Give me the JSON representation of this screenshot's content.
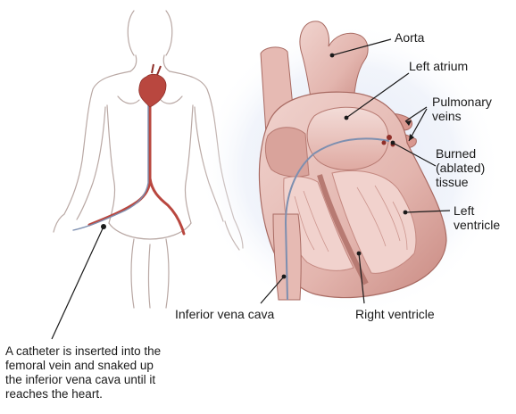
{
  "labels": {
    "aorta": "Aorta",
    "left_atrium": "Left atrium",
    "pulmonary_veins": [
      "Pulmonary",
      "veins"
    ],
    "burned_tissue": [
      "Burned",
      "(ablated)",
      "tissue"
    ],
    "left_ventricle": [
      "Left",
      "ventricle"
    ],
    "inferior_vena_cava": "Inferior vena cava",
    "right_ventricle": "Right ventricle"
  },
  "caption_lines": [
    "A catheter is inserted into the",
    "femoral vein and snaked up",
    "the inferior vena cava until it",
    "reaches the heart."
  ],
  "colors": {
    "heart_fill": "#e9c3bd",
    "heart_dark": "#c98a82",
    "heart_shadow": "#b8746c",
    "vessel_red": "#b9473f",
    "body_outline": "#b9a8a4",
    "leader_line": "#1a1a1a",
    "catheter": "#7d8fb0",
    "glow": "#dfe6f6"
  }
}
